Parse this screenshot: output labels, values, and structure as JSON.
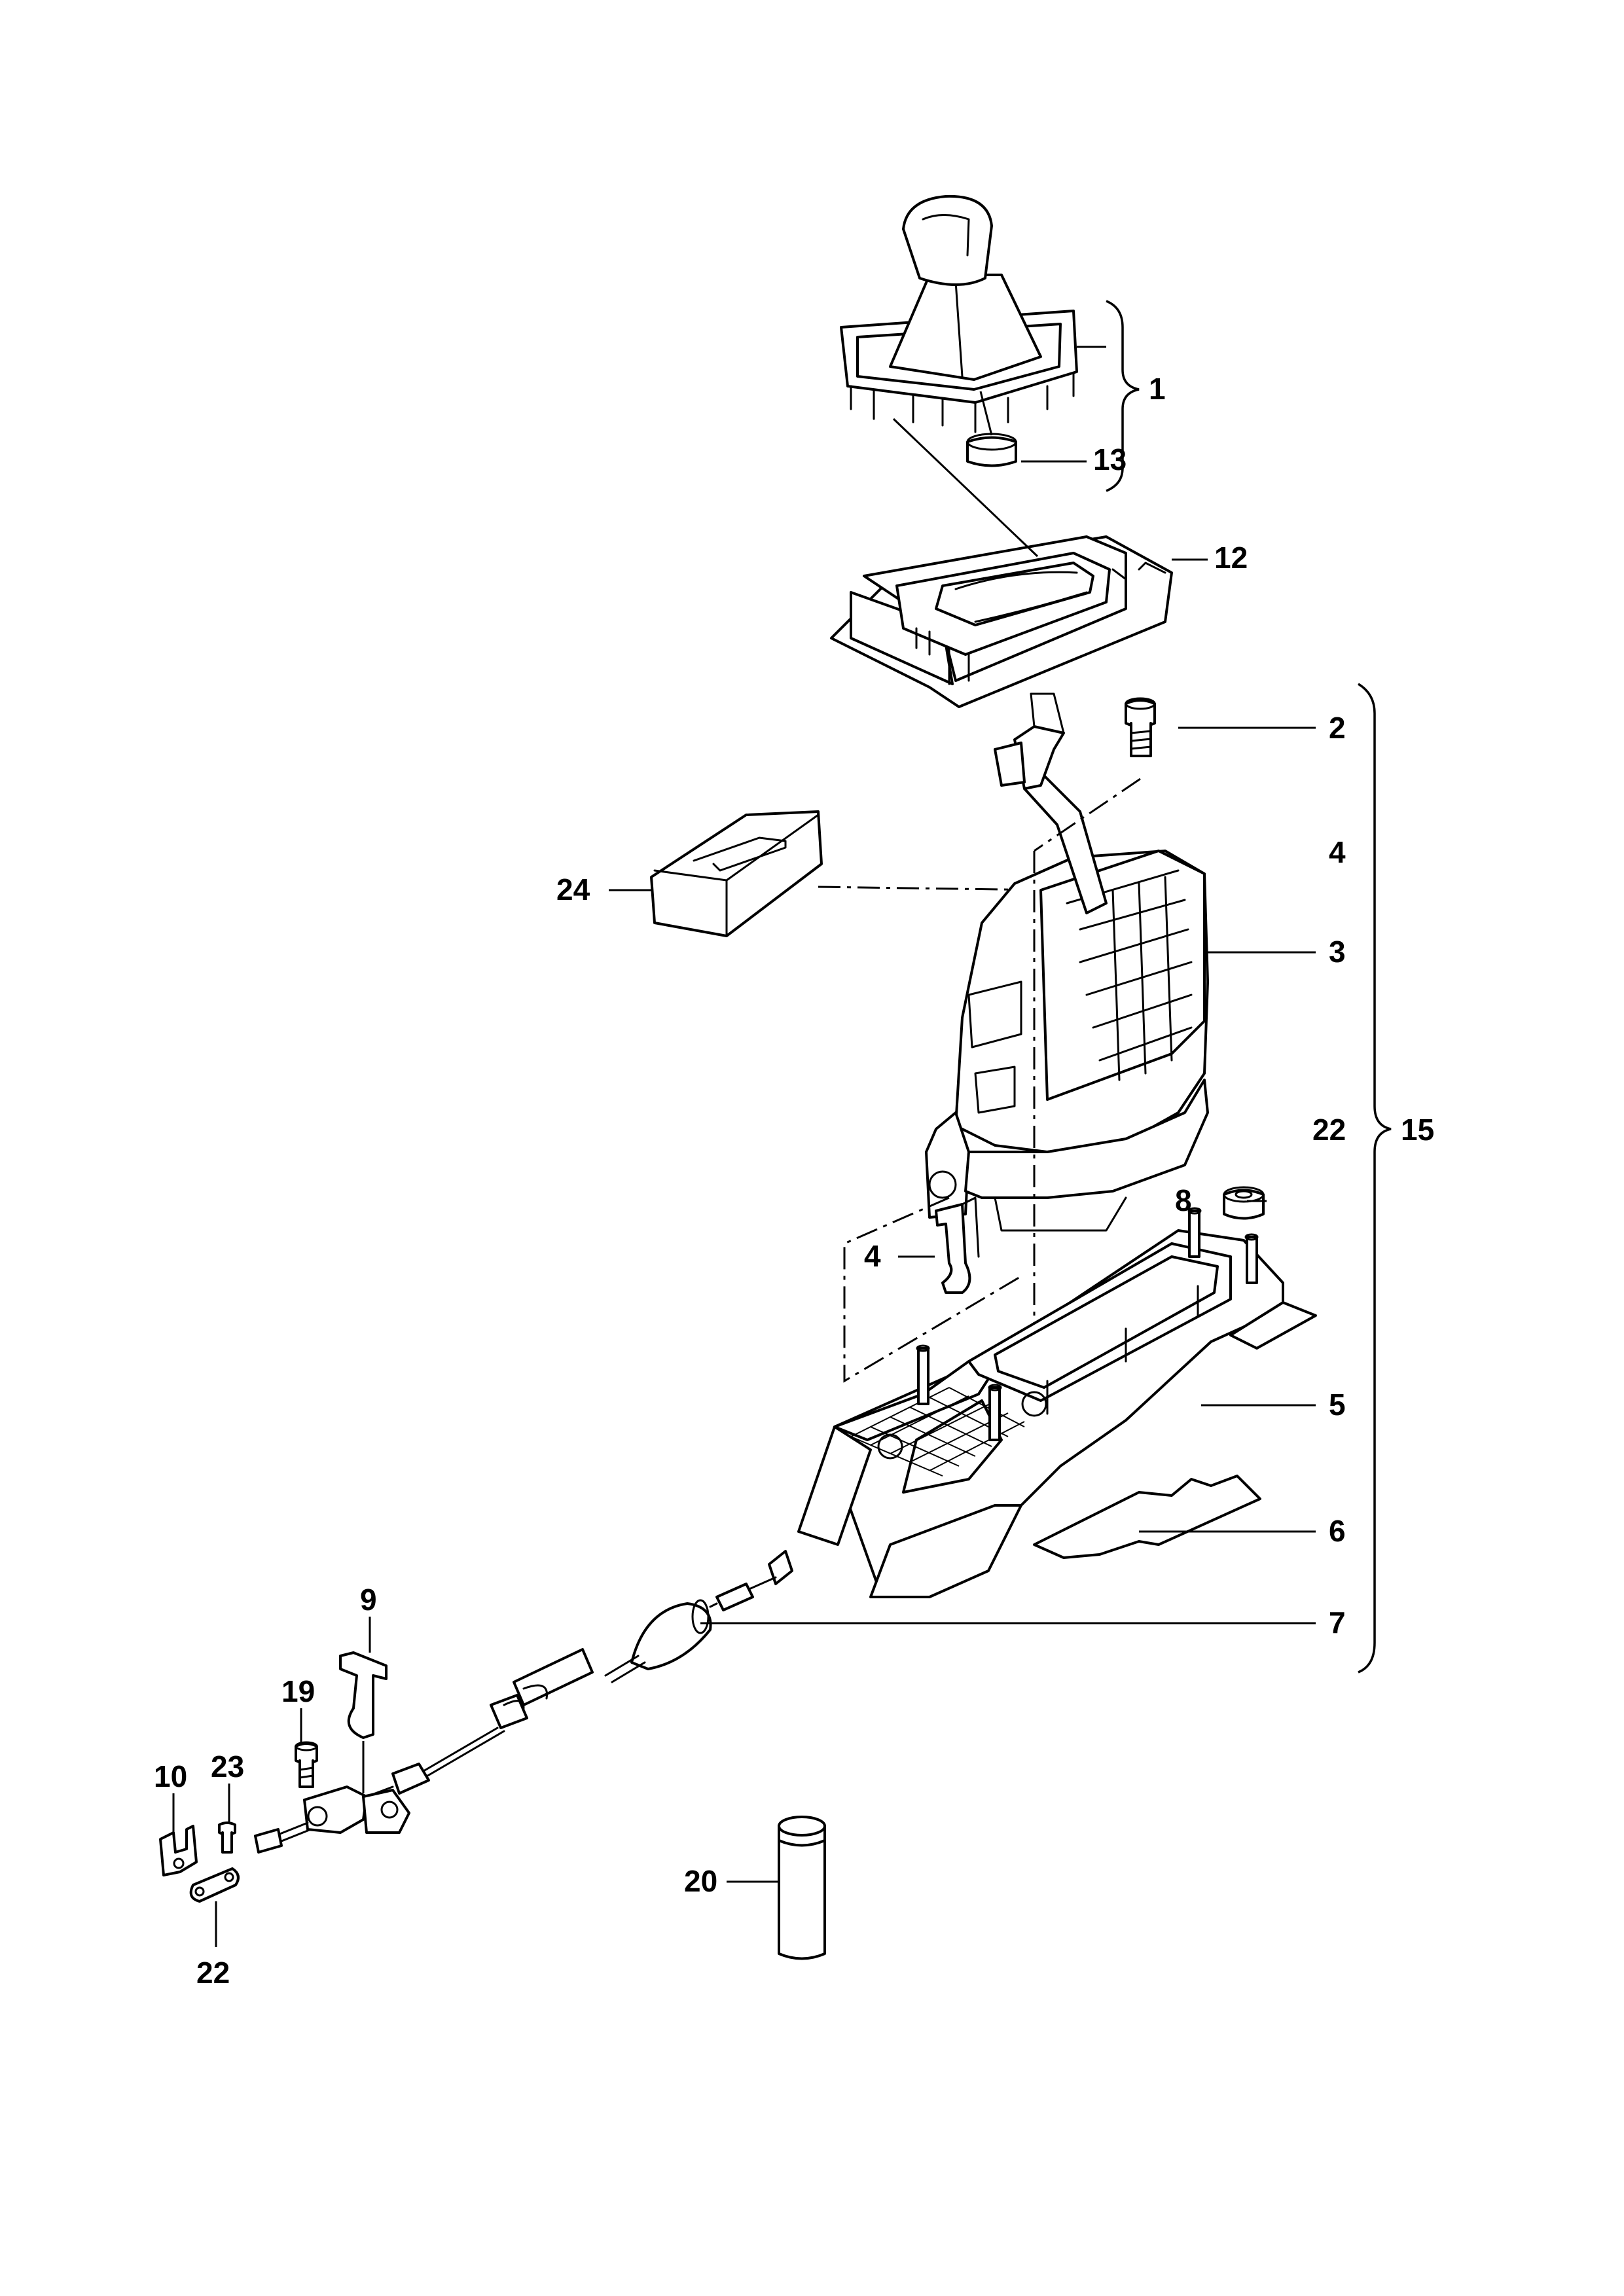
{
  "callouts": {
    "c1": "1",
    "c13": "13",
    "c12": "12",
    "c2": "2",
    "c4_top": "4",
    "c24": "24",
    "c3": "3",
    "c22_right": "22",
    "c15": "15",
    "c8": "8",
    "c4_left": "4",
    "c5": "5",
    "c6": "6",
    "c7": "7",
    "c9": "9",
    "c19": "19",
    "c10": "10",
    "c23": "23",
    "c22_bottom": "22",
    "c20": "20"
  }
}
